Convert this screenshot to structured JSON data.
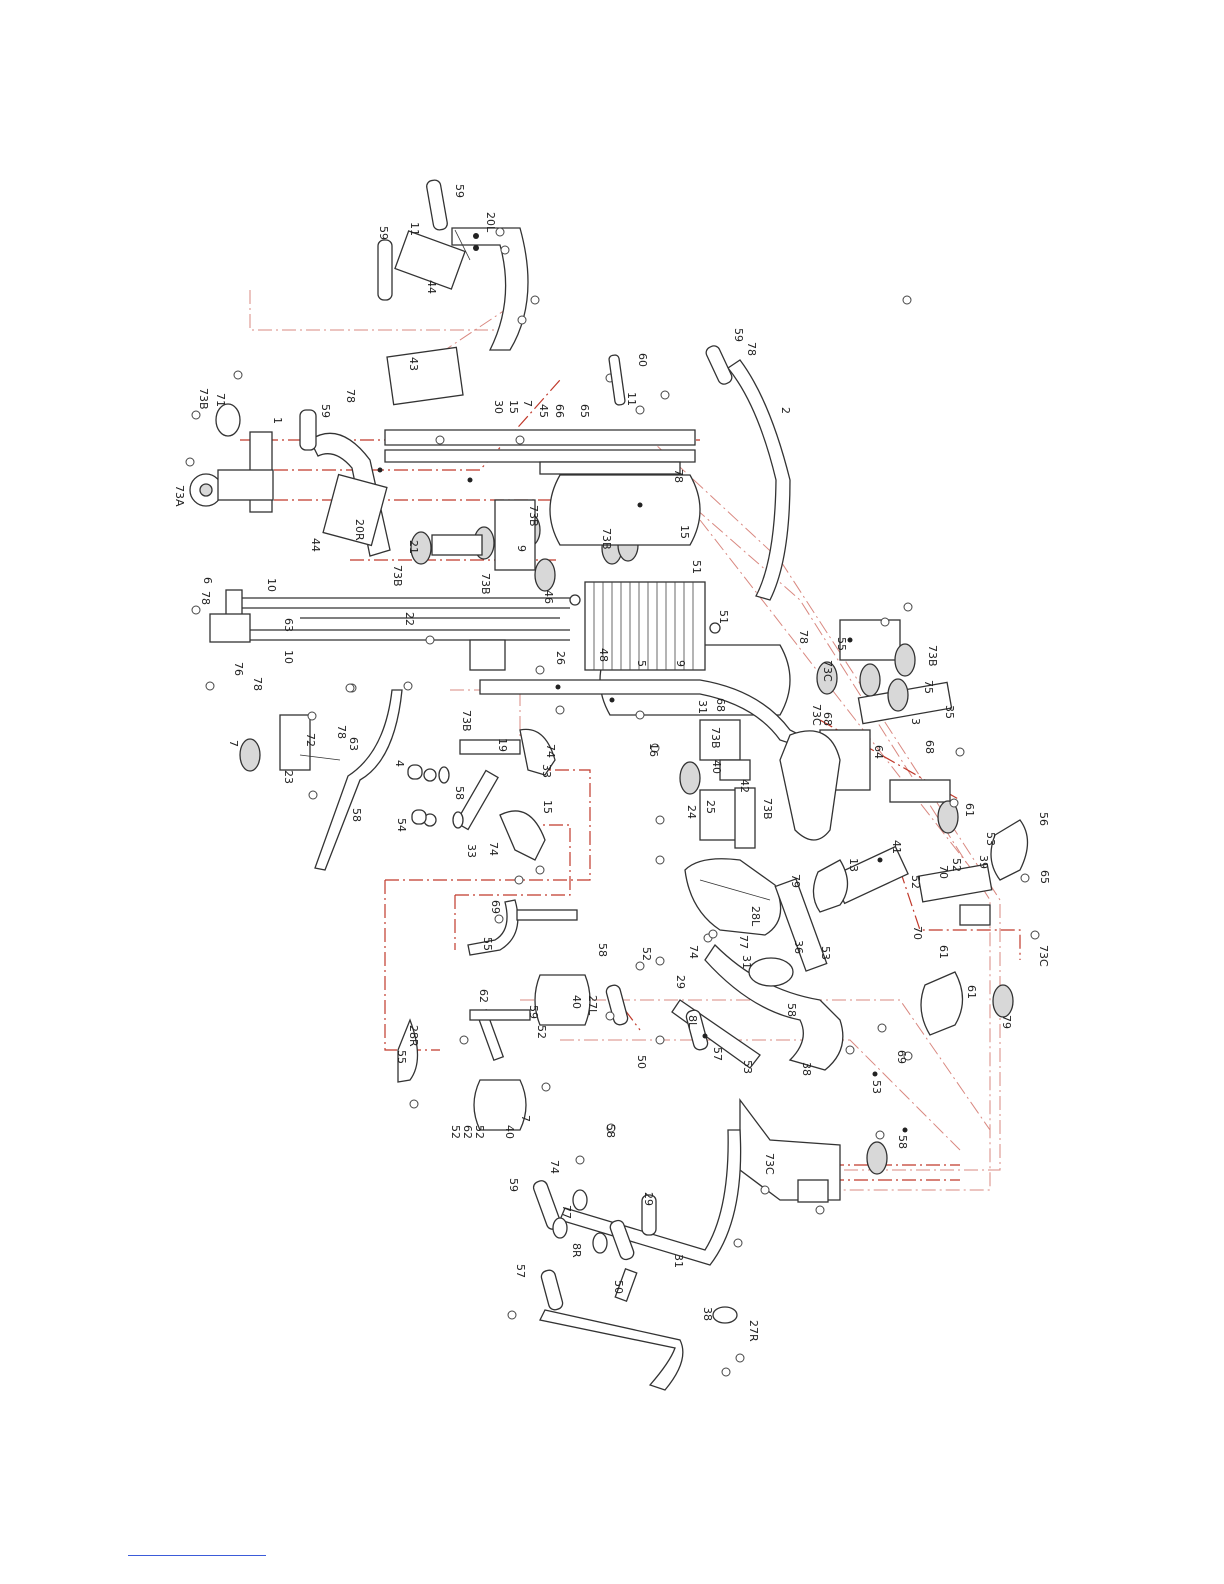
{
  "diagram": {
    "type": "exploded-parts-diagram",
    "orientation": "rotated-90-ccw",
    "colors": {
      "lines": "#333333",
      "centerlines": "#c0392b",
      "footer_link": "#3b5bd9"
    },
    "part_numbers": [
      {
        "id": "p1",
        "text": "59"
      },
      {
        "id": "p2",
        "text": "20L"
      },
      {
        "id": "p3",
        "text": "11"
      },
      {
        "id": "p4",
        "text": "59"
      },
      {
        "id": "p5",
        "text": "44"
      },
      {
        "id": "p6",
        "text": "43"
      },
      {
        "id": "p7",
        "text": "60"
      },
      {
        "id": "p8",
        "text": "59"
      },
      {
        "id": "p9",
        "text": "78"
      },
      {
        "id": "p10",
        "text": "2"
      },
      {
        "id": "p11",
        "text": "73B"
      },
      {
        "id": "p12",
        "text": "71"
      },
      {
        "id": "p13",
        "text": "73A"
      },
      {
        "id": "p14",
        "text": "1"
      },
      {
        "id": "p15",
        "text": "59"
      },
      {
        "id": "p16",
        "text": "78"
      },
      {
        "id": "p17",
        "text": "30"
      },
      {
        "id": "p18",
        "text": "15"
      },
      {
        "id": "p19",
        "text": "7"
      },
      {
        "id": "p20",
        "text": "45"
      },
      {
        "id": "p21",
        "text": "66"
      },
      {
        "id": "p22",
        "text": "65"
      },
      {
        "id": "p23",
        "text": "11"
      },
      {
        "id": "p24",
        "text": "44"
      },
      {
        "id": "p25",
        "text": "20R"
      },
      {
        "id": "p26",
        "text": "21"
      },
      {
        "id": "p27",
        "text": "73B"
      },
      {
        "id": "p28",
        "text": "73B"
      },
      {
        "id": "p29",
        "text": "73B"
      },
      {
        "id": "p30",
        "text": "9"
      },
      {
        "id": "p31",
        "text": "78"
      },
      {
        "id": "p32",
        "text": "15"
      },
      {
        "id": "p33",
        "text": "73B"
      },
      {
        "id": "p34",
        "text": "46"
      },
      {
        "id": "p35",
        "text": "51"
      },
      {
        "id": "p36",
        "text": "6"
      },
      {
        "id": "p37",
        "text": "78"
      },
      {
        "id": "p38",
        "text": "10"
      },
      {
        "id": "p39",
        "text": "63"
      },
      {
        "id": "p40",
        "text": "22"
      },
      {
        "id": "p41",
        "text": "10"
      },
      {
        "id": "p42",
        "text": "76"
      },
      {
        "id": "p43",
        "text": "78"
      },
      {
        "id": "p44",
        "text": "48"
      },
      {
        "id": "p45",
        "text": "51"
      },
      {
        "id": "p46",
        "text": "78"
      },
      {
        "id": "p47",
        "text": "26"
      },
      {
        "id": "p48",
        "text": "5"
      },
      {
        "id": "p49",
        "text": "9"
      },
      {
        "id": "p50",
        "text": "31"
      },
      {
        "id": "p51",
        "text": "68"
      },
      {
        "id": "p52",
        "text": "73C"
      },
      {
        "id": "p53",
        "text": "55"
      },
      {
        "id": "p54",
        "text": "73C"
      },
      {
        "id": "p55",
        "text": "73B"
      },
      {
        "id": "p56",
        "text": "75"
      },
      {
        "id": "p57",
        "text": "68"
      },
      {
        "id": "p58",
        "text": "3"
      },
      {
        "id": "p59",
        "text": "68"
      },
      {
        "id": "p60",
        "text": "35"
      },
      {
        "id": "p61",
        "text": "64"
      },
      {
        "id": "p62",
        "text": "73B"
      },
      {
        "id": "p63",
        "text": "7"
      },
      {
        "id": "p64",
        "text": "72"
      },
      {
        "id": "p65",
        "text": "63"
      },
      {
        "id": "p66",
        "text": "78"
      },
      {
        "id": "p67",
        "text": "23"
      },
      {
        "id": "p68",
        "text": "58"
      },
      {
        "id": "p69",
        "text": "4"
      },
      {
        "id": "p70",
        "text": "19"
      },
      {
        "id": "p71",
        "text": "58"
      },
      {
        "id": "p72",
        "text": "54"
      },
      {
        "id": "p73",
        "text": "74"
      },
      {
        "id": "p74",
        "text": "33"
      },
      {
        "id": "p75",
        "text": "74"
      },
      {
        "id": "p76",
        "text": "33"
      },
      {
        "id": "p77",
        "text": "15"
      },
      {
        "id": "p78",
        "text": "73B"
      },
      {
        "id": "p79",
        "text": "16"
      },
      {
        "id": "p80",
        "text": "24"
      },
      {
        "id": "p81",
        "text": "25"
      },
      {
        "id": "p82",
        "text": "40"
      },
      {
        "id": "p83",
        "text": "42"
      },
      {
        "id": "p84",
        "text": "73B"
      },
      {
        "id": "p85",
        "text": "61"
      },
      {
        "id": "p86",
        "text": "53"
      },
      {
        "id": "p87",
        "text": "56"
      },
      {
        "id": "p88",
        "text": "70"
      },
      {
        "id": "p89",
        "text": "52"
      },
      {
        "id": "p90",
        "text": "39"
      },
      {
        "id": "p91",
        "text": "65"
      },
      {
        "id": "p92",
        "text": "73C"
      },
      {
        "id": "p93",
        "text": "79"
      },
      {
        "id": "p94",
        "text": "61"
      },
      {
        "id": "p95",
        "text": "70"
      },
      {
        "id": "p96",
        "text": "52"
      },
      {
        "id": "p97",
        "text": "61"
      },
      {
        "id": "p98",
        "text": "79"
      },
      {
        "id": "p99",
        "text": "36"
      },
      {
        "id": "p100",
        "text": "53"
      },
      {
        "id": "p101",
        "text": "13"
      },
      {
        "id": "p102",
        "text": "41"
      },
      {
        "id": "p103",
        "text": "28L"
      },
      {
        "id": "p104",
        "text": "69"
      },
      {
        "id": "p105",
        "text": "55"
      },
      {
        "id": "p106",
        "text": "62"
      },
      {
        "id": "p107",
        "text": "52"
      },
      {
        "id": "p108",
        "text": "59"
      },
      {
        "id": "p109",
        "text": "58"
      },
      {
        "id": "p110",
        "text": "52"
      },
      {
        "id": "p111",
        "text": "40"
      },
      {
        "id": "p112",
        "text": "27L"
      },
      {
        "id": "p113",
        "text": "77"
      },
      {
        "id": "p114",
        "text": "31"
      },
      {
        "id": "p115",
        "text": "74"
      },
      {
        "id": "p116",
        "text": "29"
      },
      {
        "id": "p117",
        "text": "8L"
      },
      {
        "id": "p118",
        "text": "53"
      },
      {
        "id": "p119",
        "text": "57"
      },
      {
        "id": "p120",
        "text": "58"
      },
      {
        "id": "p121",
        "text": "50"
      },
      {
        "id": "p122",
        "text": "38"
      },
      {
        "id": "p123",
        "text": "53"
      },
      {
        "id": "p124",
        "text": "69"
      },
      {
        "id": "p125",
        "text": "28R"
      },
      {
        "id": "p126",
        "text": "55"
      },
      {
        "id": "p127",
        "text": "52"
      },
      {
        "id": "p128",
        "text": "62"
      },
      {
        "id": "p129",
        "text": "52"
      },
      {
        "id": "p130",
        "text": "40"
      },
      {
        "id": "p131",
        "text": "7"
      },
      {
        "id": "p132",
        "text": "73C"
      },
      {
        "id": "p133",
        "text": "58"
      },
      {
        "id": "p134",
        "text": "58"
      },
      {
        "id": "p135",
        "text": "59"
      },
      {
        "id": "p136",
        "text": "74"
      },
      {
        "id": "p137",
        "text": "77"
      },
      {
        "id": "p138",
        "text": "29"
      },
      {
        "id": "p139",
        "text": "8R"
      },
      {
        "id": "p140",
        "text": "31"
      },
      {
        "id": "p141",
        "text": "57"
      },
      {
        "id": "p142",
        "text": "50"
      },
      {
        "id": "p143",
        "text": "38"
      },
      {
        "id": "p144",
        "text": "27R"
      }
    ]
  }
}
